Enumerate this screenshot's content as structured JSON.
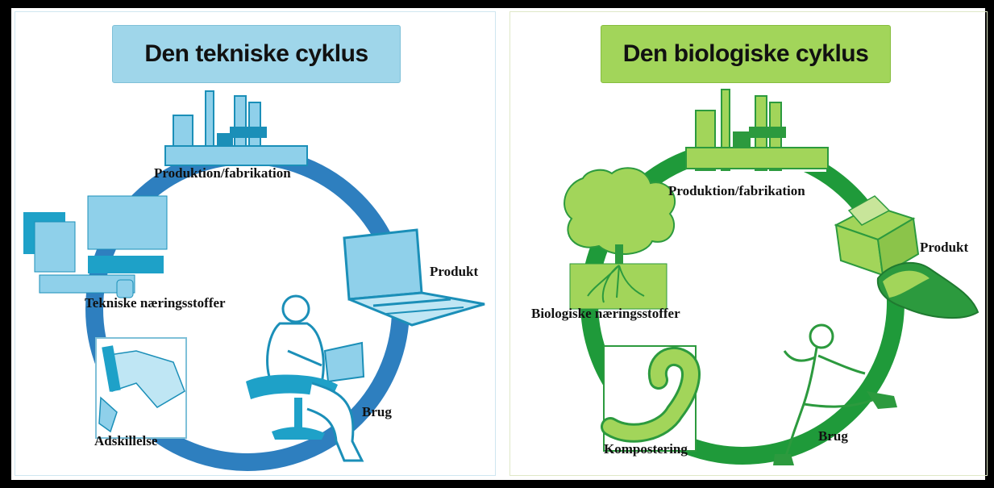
{
  "technical": {
    "title": "Den tekniske cyklus",
    "stages": {
      "production": "Produktion/fabrikation",
      "product": "Produkt",
      "use": "Brug",
      "separation": "Adskillelse",
      "nutrients": "Tekniske næringsstoffer"
    },
    "colors": {
      "ring": "#2e7fbf",
      "fill": "#8fd0ea",
      "dark": "#1b8fb8",
      "title_bg": "#9fd6ea"
    }
  },
  "biological": {
    "title": "Den biologiske cyklus",
    "stages": {
      "production": "Produktion/fabrikation",
      "product": "Produkt",
      "use": "Brug",
      "composting": "Kompostering",
      "nutrients": "Biologiske næringsstoffer"
    },
    "colors": {
      "ring": "#1f9a3a",
      "fill": "#a2d55a",
      "dark": "#2c9a3e",
      "title_bg": "#a2d55a"
    }
  }
}
